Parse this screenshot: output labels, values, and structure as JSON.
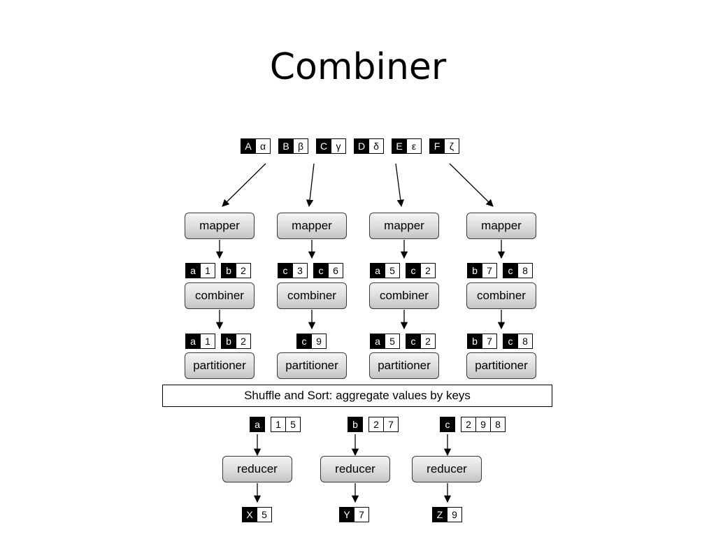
{
  "title": "Combiner",
  "inputs": [
    {
      "key": "A",
      "value": "α"
    },
    {
      "key": "B",
      "value": "β"
    },
    {
      "key": "C",
      "value": "γ"
    },
    {
      "key": "D",
      "value": "δ"
    },
    {
      "key": "E",
      "value": "ε"
    },
    {
      "key": "F",
      "value": "ζ"
    }
  ],
  "columns": [
    {
      "mapper": "mapper",
      "mapper_output": [
        {
          "key": "a",
          "value": "1"
        },
        {
          "key": "b",
          "value": "2"
        }
      ],
      "combiner": "combiner",
      "combiner_output": [
        {
          "key": "a",
          "value": "1"
        },
        {
          "key": "b",
          "value": "2"
        }
      ],
      "partitioner": "partitioner"
    },
    {
      "mapper": "mapper",
      "mapper_output": [
        {
          "key": "c",
          "value": "3"
        },
        {
          "key": "c",
          "value": "6"
        }
      ],
      "combiner": "combiner",
      "combiner_output": [
        {
          "key": "c",
          "value": "9"
        }
      ],
      "partitioner": "partitioner"
    },
    {
      "mapper": "mapper",
      "mapper_output": [
        {
          "key": "a",
          "value": "5"
        },
        {
          "key": "c",
          "value": "2"
        }
      ],
      "combiner": "combiner",
      "combiner_output": [
        {
          "key": "a",
          "value": "5"
        },
        {
          "key": "c",
          "value": "2"
        }
      ],
      "partitioner": "partitioner"
    },
    {
      "mapper": "mapper",
      "mapper_output": [
        {
          "key": "b",
          "value": "7"
        },
        {
          "key": "c",
          "value": "8"
        }
      ],
      "combiner": "combiner",
      "combiner_output": [
        {
          "key": "b",
          "value": "7"
        },
        {
          "key": "c",
          "value": "8"
        }
      ],
      "partitioner": "partitioner"
    }
  ],
  "shuffle_label": "Shuffle and Sort: aggregate values by keys",
  "reducers": [
    {
      "key": "a",
      "values": [
        "1",
        "5"
      ],
      "label": "reducer",
      "output": {
        "key": "X",
        "value": "5"
      }
    },
    {
      "key": "b",
      "values": [
        "2",
        "7"
      ],
      "label": "reducer",
      "output": {
        "key": "Y",
        "value": "7"
      }
    },
    {
      "key": "c",
      "values": [
        "2",
        "9",
        "8"
      ],
      "label": "reducer",
      "output": {
        "key": "Z",
        "value": "9"
      }
    }
  ]
}
